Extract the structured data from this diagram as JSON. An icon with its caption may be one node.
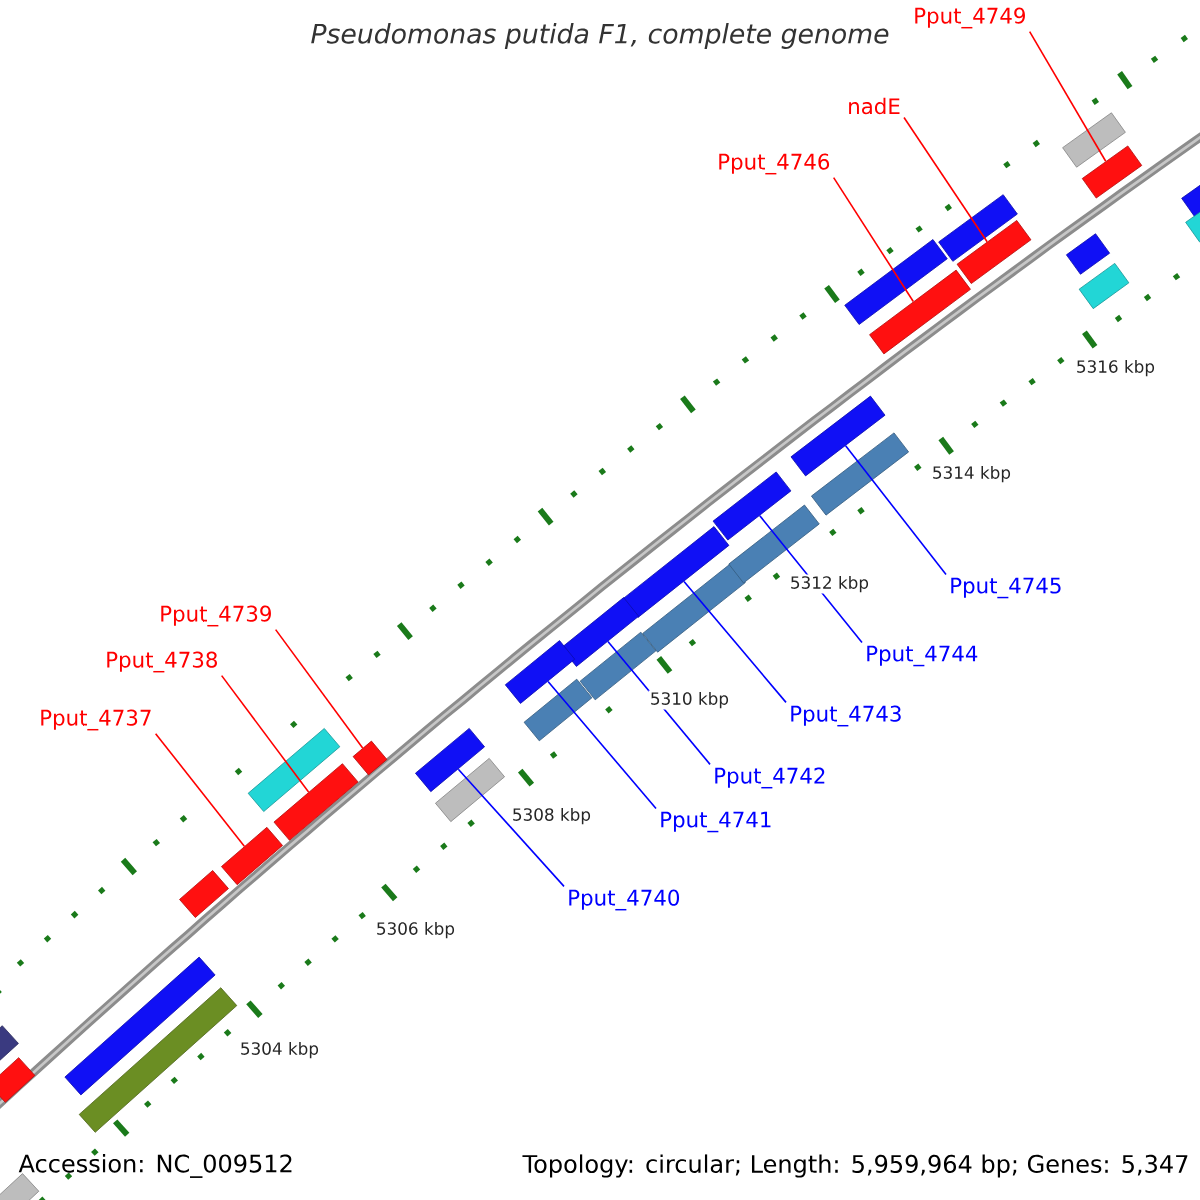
{
  "diagram": {
    "title": "Pseudomonas putida F1, complete genome",
    "nodes": [
      {
        "text": [
          "Pput_4749"
        ]
      },
      {
        "text": [
          "nadE"
        ]
      },
      {
        "text": [
          "Pput_4746"
        ]
      },
      {
        "text": [
          "Pput_4739"
        ]
      },
      {
        "text": [
          "Pput_4738"
        ]
      },
      {
        "text": [
          "Pput_4737"
        ]
      },
      {
        "text": [
          "Pput_4745"
        ]
      },
      {
        "text": [
          "Pput_4744"
        ]
      },
      {
        "text": [
          "Pput_4743"
        ]
      },
      {
        "text": [
          "Pput_4742"
        ]
      },
      {
        "text": [
          "Pput_4741"
        ]
      },
      {
        "text": [
          "Pput_4740"
        ]
      },
      {
        "text": [],
        "shape": "bar"
      },
      {
        "text": [],
        "shape": "bar"
      },
      {
        "text": [],
        "shape": "bar"
      },
      {
        "text": [],
        "shape": "bar"
      },
      {
        "text": [],
        "shape": "bar"
      },
      {
        "text": [],
        "shape": "bar"
      },
      {
        "text": [],
        "shape": "bar"
      },
      {
        "text": [],
        "shape": "bar"
      },
      {
        "text": [],
        "shape": "bar"
      },
      {
        "text": [],
        "shape": "bar"
      },
      {
        "text": [],
        "shape": "bar"
      },
      {
        "text": [],
        "shape": "bar"
      },
      {
        "text": [],
        "shape": "bar"
      },
      {
        "text": [],
        "shape": "bar"
      },
      {
        "text": [],
        "shape": "bar"
      },
      {
        "text": [],
        "shape": "bar"
      },
      {
        "text": [],
        "shape": "bar"
      },
      {
        "text": [],
        "shape": "bar"
      },
      {
        "text": [],
        "shape": "bar"
      },
      {
        "text": [],
        "shape": "bar"
      },
      {
        "text": [],
        "shape": "bar"
      },
      {
        "text": [],
        "shape": "bar"
      },
      {
        "text": [],
        "shape": "bar"
      },
      {
        "text": [],
        "shape": "bar"
      },
      {
        "text": [],
        "shape": "bar"
      },
      {
        "text": [],
        "shape": "bar"
      },
      {
        "text": [],
        "shape": "bar"
      },
      {
        "text": [],
        "shape": "bar"
      },
      {
        "text": [],
        "shape": "bar"
      },
      {
        "text": [],
        "shape": "bar"
      },
      {
        "text": [],
        "shape": "bar"
      },
      {
        "text": [],
        "shape": "bar"
      }
    ],
    "edges": [
      {
        "from": 0,
        "to": 12,
        "arrow": "none",
        "color": "#ff0000"
      },
      {
        "from": 1,
        "to": 13,
        "arrow": "none",
        "color": "#ff0000"
      },
      {
        "from": 2,
        "to": 14,
        "arrow": "none",
        "color": "#ff0000"
      },
      {
        "from": 3,
        "to": 15,
        "arrow": "none",
        "color": "#ff0000"
      },
      {
        "from": 4,
        "to": 16,
        "arrow": "none",
        "color": "#ff0000"
      },
      {
        "from": 5,
        "to": 17,
        "arrow": "none",
        "color": "#ff0000"
      },
      {
        "from": 6,
        "to": 18,
        "arrow": "none",
        "color": "#0000ff"
      },
      {
        "from": 7,
        "to": 19,
        "arrow": "none",
        "color": "#0000ff"
      },
      {
        "from": 8,
        "to": 20,
        "arrow": "none",
        "color": "#0000ff"
      },
      {
        "from": 9,
        "to": 21,
        "arrow": "none",
        "color": "#0000ff"
      },
      {
        "from": 10,
        "to": 22,
        "arrow": "none",
        "color": "#0000ff"
      },
      {
        "from": 11,
        "to": 23,
        "arrow": "none",
        "color": "#0000ff"
      }
    ],
    "labels": [
      "5316 kbp",
      "5314 kbp",
      "5312 kbp",
      "5310 kbp",
      "5308 kbp",
      "5306 kbp",
      "5304 kbp",
      "Accession: NC_009512",
      "Topology: circular; Length: 5,959,964 bp; Genes: 5,347"
    ]
  }
}
